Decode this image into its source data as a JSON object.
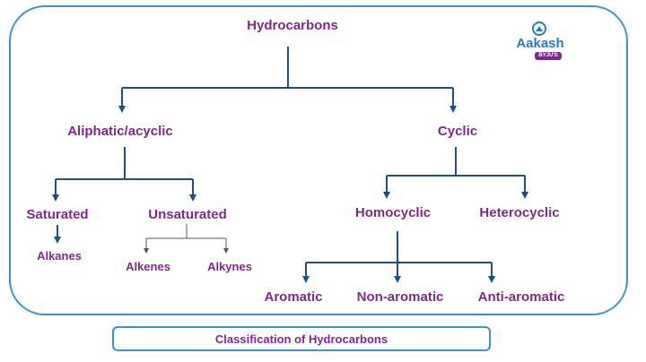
{
  "diagram": {
    "nodes": {
      "root": "Hydrocarbons",
      "aliphatic": "Aliphatic/acyclic",
      "cyclic": "Cyclic",
      "saturated": "Saturated",
      "unsaturated": "Unsaturated",
      "homocyclic": "Homocyclic",
      "heterocyclic": "Heterocyclic",
      "alkanes": "Alkanes",
      "alkenes": "Alkenes",
      "alkynes": "Alkynes",
      "aromatic": "Aromatic",
      "non_aromatic": "Non-aromatic",
      "anti_aromatic": "Anti-aromatic"
    },
    "edges": [
      [
        "root",
        "aliphatic"
      ],
      [
        "root",
        "cyclic"
      ],
      [
        "aliphatic",
        "saturated"
      ],
      [
        "aliphatic",
        "unsaturated"
      ],
      [
        "cyclic",
        "homocyclic"
      ],
      [
        "cyclic",
        "heterocyclic"
      ],
      [
        "saturated",
        "alkanes"
      ],
      [
        "unsaturated",
        "alkenes"
      ],
      [
        "unsaturated",
        "alkynes"
      ],
      [
        "homocyclic",
        "aromatic"
      ],
      [
        "homocyclic",
        "non_aromatic"
      ],
      [
        "homocyclic",
        "anti_aromatic"
      ]
    ],
    "caption": "Classification of Hydrocarbons",
    "colors": {
      "text": "#7b2a86",
      "lines": "#1f4e79",
      "frame": "#3b93c8"
    }
  },
  "logo": {
    "name": "Aakash",
    "sub": "BYJU'S",
    "icon": "aakash-logo-icon"
  }
}
